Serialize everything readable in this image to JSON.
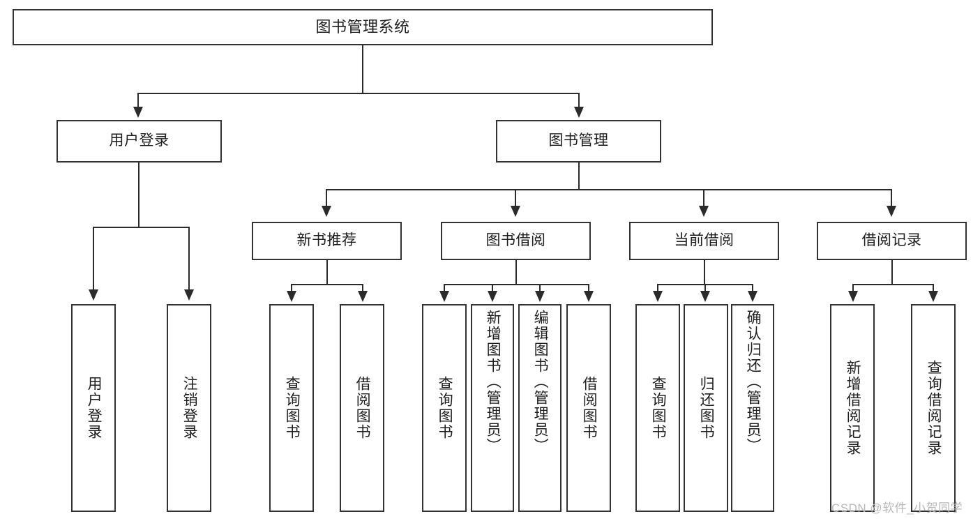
{
  "diagram": {
    "title": "图书管理系统",
    "watermark": "CSDN @软件_小贺同学",
    "root": {
      "label": "图书管理系统"
    },
    "level2": [
      {
        "label": "用户登录"
      },
      {
        "label": "图书管理"
      }
    ],
    "level3": [
      {
        "label": "新书推荐"
      },
      {
        "label": "图书借阅"
      },
      {
        "label": "当前借阅"
      },
      {
        "label": "借阅记录"
      }
    ],
    "leaves": {
      "user_login": [
        {
          "label": "用户登录"
        },
        {
          "label": "注销登录"
        }
      ],
      "new_book": [
        {
          "label": "查询图书"
        },
        {
          "label": "借阅图书"
        }
      ],
      "book_borrow": [
        {
          "label": "查询图书"
        },
        {
          "label": "新增图书（管理员）"
        },
        {
          "label": "编辑图书（管理员）"
        },
        {
          "label": "借阅图书"
        }
      ],
      "current_borrow": [
        {
          "label": "查询图书"
        },
        {
          "label": "归还图书"
        },
        {
          "label": "确认归还（管理员）"
        }
      ],
      "borrow_record": [
        {
          "label": "新增借阅记录"
        },
        {
          "label": "查询借阅记录"
        }
      ]
    },
    "colors": {
      "stroke": "#333333",
      "connector": "#2b2b2b",
      "background": "#ffffff",
      "watermark": "#b8b8b8"
    }
  }
}
